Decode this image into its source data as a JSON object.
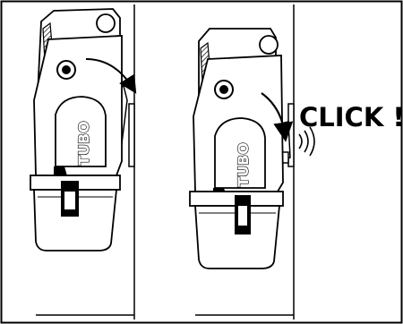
{
  "diagram": {
    "steps": [
      {
        "id": "step-1",
        "logo": "TUBO",
        "action": "swing-to-wall-arrow"
      },
      {
        "id": "step-2",
        "logo": "TUBO",
        "action": "click-into-bracket-arrow",
        "label": "CLICK !"
      }
    ],
    "colors": {
      "line": "#000000",
      "background": "#ffffff"
    }
  }
}
